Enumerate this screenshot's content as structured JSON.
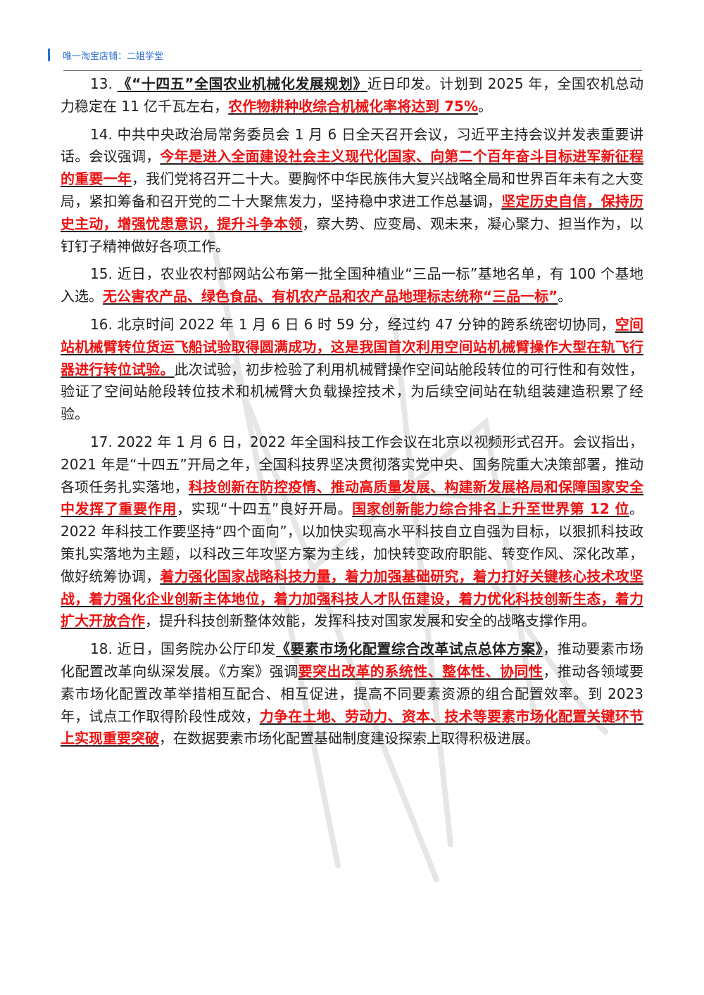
{
  "header": {
    "shop": "唯一淘宝店铺：二姐学堂"
  },
  "paragraphs": [
    {
      "runs": [
        {
          "t": "13. ",
          "s": "plain"
        },
        {
          "t": "《“十四五”全国农业机械化发展规划》",
          "s": "black"
        },
        {
          "t": "近日印发。计划到 2025 年，全国农机总动力稳定在 11 亿千瓦左右，",
          "s": "plain"
        },
        {
          "t": "农作物耕种收综合机械化率将达到 75%",
          "s": "red"
        },
        {
          "t": "。",
          "s": "plain"
        }
      ]
    },
    {
      "runs": [
        {
          "t": "14. 中共中央政治局常务委员会 1 月 6 日全天召开会议，习近平主持会议并发表重要讲话。会议强调，",
          "s": "plain"
        },
        {
          "t": "今年是进入全面建设社会主义现代化国家、向第二个百年奋斗目标进军新征程的重要一年",
          "s": "red"
        },
        {
          "t": "，我们党将召开二十大。要胸怀中华民族伟大复兴战略全局和世界百年未有之大变局，紧扣筹备和召开党的二十大聚焦发力，坚持稳中求进工作总基调，",
          "s": "plain"
        },
        {
          "t": "坚定历史自信，保持历史主动，增强忧患意识，提升斗争本领",
          "s": "red"
        },
        {
          "t": "，察大势、应变局、观未来，凝心聚力、担当作为，以钉钉子精神做好各项工作。",
          "s": "plain"
        }
      ]
    },
    {
      "runs": [
        {
          "t": "15. 近日，农业农村部网站公布第一批全国种植业“三品一标”基地名单，有 100 个基地入选。",
          "s": "plain"
        },
        {
          "t": "无公害农产品、绿色食品、有机农产品和农产品地理标志统称“三品一标”",
          "s": "red"
        },
        {
          "t": "。",
          "s": "plain"
        }
      ]
    },
    {
      "runs": [
        {
          "t": "16. 北京时间 2022 年 1 月 6 日 6 时 59 分，经过约 47 分钟的跨系统密切协同，",
          "s": "plain"
        },
        {
          "t": "空间站机械臂转位货运飞船试验取得圆满成功，这是我国首次利用空间站机械臂操作大型在轨飞行器进行转位试验。",
          "s": "red"
        },
        {
          "t": "此次试验，初步检验了利用机械臂操作空间站舱段转位的可行性和有效性，验证了空间站舱段转位技术和机械臂大负载操控技术，为后续空间站在轨组装建造积累了经验。",
          "s": "plain"
        }
      ]
    },
    {
      "runs": [
        {
          "t": "17. 2022 年 1 月 6 日，2022 年全国科技工作会议在北京以视频形式召开。会议指出，2021 年是“十四五”开局之年，全国科技界坚决贯彻落实党中央、国务院重大决策部署，推动各项任务扎实落地，",
          "s": "plain"
        },
        {
          "t": "科技创新在防控疫情、推动高质量发展、构建新发展格局和保障国家安全中发挥了重要作用",
          "s": "red"
        },
        {
          "t": "，实现“十四五”良好开局。",
          "s": "plain"
        },
        {
          "t": "国家创新能力综合排名上升至世界第 12 位",
          "s": "red"
        },
        {
          "t": "。2022 年科技工作要坚持“四个面向”，以加快实现高水平科技自立自强为目标，以狠抓科技政策扎实落地为主题，以科改三年攻坚方案为主线，加快转变政府职能、转变作风、深化改革，做好统筹协调，",
          "s": "plain"
        },
        {
          "t": "着力强化国家战略科技力量，着力加强基础研究，着力打好关键核心技术攻坚战，着力强化企业创新主体地位，着力加强科技人才队伍建设，着力优化科技创新生态，着力扩大开放合作",
          "s": "red"
        },
        {
          "t": "，提升科技创新整体效能，发挥科技对国家发展和安全的战略支撑作用。",
          "s": "plain"
        }
      ]
    },
    {
      "runs": [
        {
          "t": "18. 近日，国务院办公厅印发",
          "s": "plain"
        },
        {
          "t": "《要素市场化配置综合改革试点总体方案》",
          "s": "black"
        },
        {
          "t": "，推动要素市场化配置改革向纵深发展。《方案》强调",
          "s": "plain"
        },
        {
          "t": "要突出改革的系统性、整体性、协同性",
          "s": "red"
        },
        {
          "t": "，推动各领域要素市场化配置改革举措相互配合、相互促进，提高不同要素资源的组合配置效率。到 2023 年，试点工作取得阶段性成效，",
          "s": "plain"
        },
        {
          "t": "力争在土地、劳动力、资本、技术等要素市场化配置关键环节上实现重要突破",
          "s": "red"
        },
        {
          "t": "，在数据要素市场化配置基础制度建设探索上取得积极进展。",
          "s": "plain"
        }
      ]
    }
  ]
}
